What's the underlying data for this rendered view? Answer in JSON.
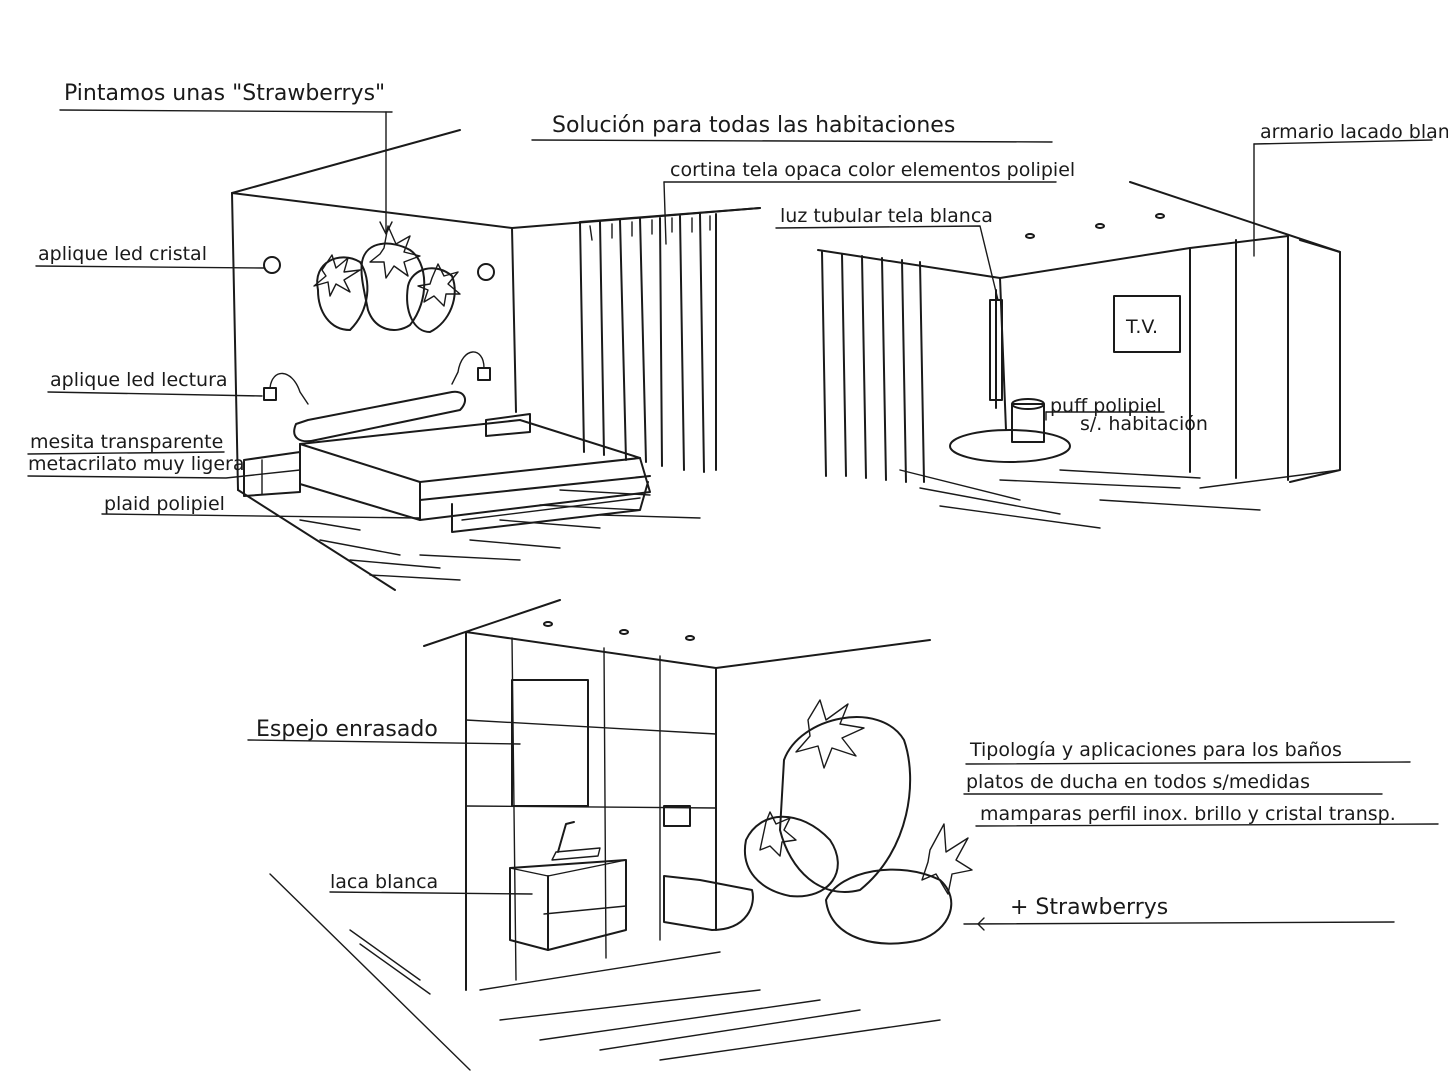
{
  "labels": {
    "pintamos": "Pintamos unas \"Strawberrys\"",
    "solucion": "Solución para todas las habitaciones",
    "cortina": "cortina tela opaca color elementos polipiel",
    "luz": "luz tubular tela blanca",
    "armario": "armario lacado blanco",
    "aplique_cristal": "aplique led cristal",
    "aplique_lectura": "aplique led lectura",
    "mesita_1": "mesita transparente",
    "mesita_2": "metacrilato muy ligera",
    "plaid": "plaid polipiel",
    "tv": "T.V.",
    "puff_1": "puff polipiel",
    "puff_2": "s/. habitación",
    "espejo": "Espejo enrasado",
    "laca": "laca blanca",
    "banos_1": "Tipología y aplicaciones para los baños",
    "banos_2": "platos de ducha en todos s/medidas",
    "banos_3": "mamparas perfil inox. brillo y cristal transp.",
    "mas_strawberrys": "+ Strawberrys"
  },
  "colors": {
    "ink": "#1a1a1a",
    "paper": "#ffffff"
  }
}
